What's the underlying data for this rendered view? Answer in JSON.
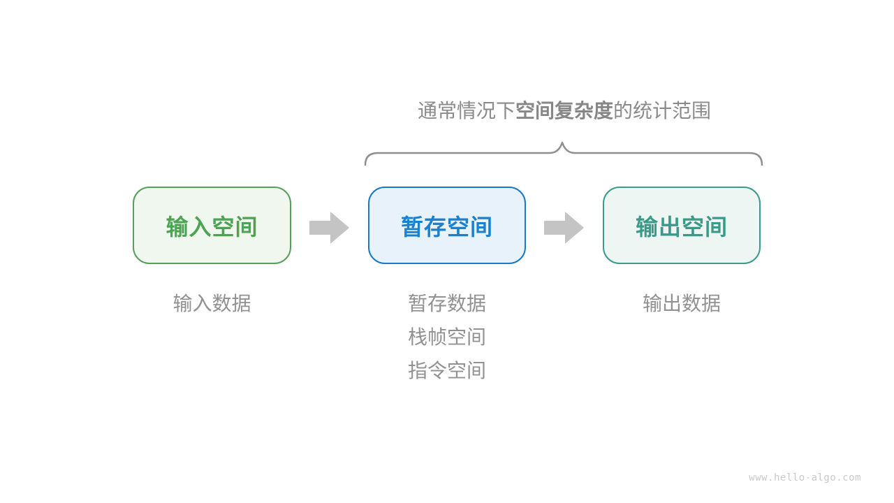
{
  "title": {
    "prefix": "通常情况下",
    "bold": "空间复杂度",
    "suffix": "的统计范围",
    "color": "#8a8a8a"
  },
  "brace": {
    "color": "#8f8f8f"
  },
  "arrow_color": "#c4c4c4",
  "columns": [
    {
      "id": "input-space",
      "box_label": "输入空间",
      "border_color": "#56a05a",
      "fill_color": "#f0f7ef",
      "text_color": "#4ca352",
      "notes": [
        "输入数据"
      ]
    },
    {
      "id": "buffer-space",
      "box_label": "暂存空间",
      "border_color": "#1779c8",
      "fill_color": "#e8f2fb",
      "text_color": "#1a80d0",
      "notes": [
        "暂存数据",
        "栈帧空间",
        "指令空间"
      ]
    },
    {
      "id": "output-space",
      "box_label": "输出空间",
      "border_color": "#3a9a8b",
      "fill_color": "#eef6f4",
      "text_color": "#399a87",
      "notes": [
        "输出数据"
      ]
    }
  ],
  "watermark": "www.hello-algo.com"
}
